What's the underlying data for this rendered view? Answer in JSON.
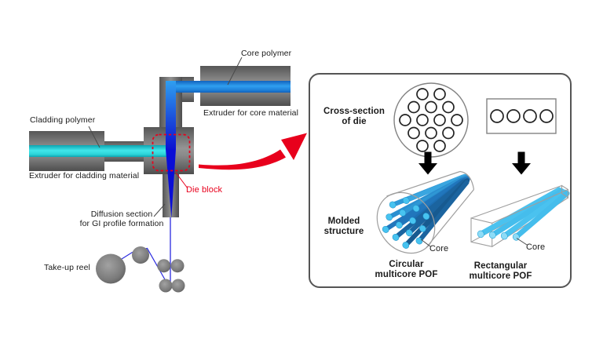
{
  "left_diagram": {
    "labels": {
      "core_polymer": "Core polymer",
      "extruder_core": "Extruder for core material",
      "cladding_polymer": "Cladding polymer",
      "extruder_cladding": "Extruder for cladding material",
      "die_block": "Die block",
      "diffusion_section": "Diffusion section\nfor GI profile formation",
      "take_up_reel": "Take-up reel"
    },
    "colors": {
      "core_stream": "#2b97ec",
      "cladding_stream": "#3ee4e8",
      "die_melt": "#0a0ed6",
      "highlight_red": "#e8001c"
    }
  },
  "right_panel": {
    "row_labels": {
      "cross_section": "Cross-section\nof die",
      "molded_structure": "Molded\nstructure"
    },
    "circular_die": {
      "holes": 14,
      "pattern_rows": [
        2,
        3,
        4,
        3,
        2
      ]
    },
    "rectangular_die": {
      "holes": 4
    },
    "circular_pof": {
      "label": "Circular\nmulticore POF",
      "core_label": "Core",
      "cores": 14
    },
    "rectangular_pof": {
      "label": "Rectangular\nmulticore POF",
      "core_label": "Core",
      "cores": 4
    },
    "colors": {
      "pof_core_fill": "#47c3f0"
    }
  }
}
